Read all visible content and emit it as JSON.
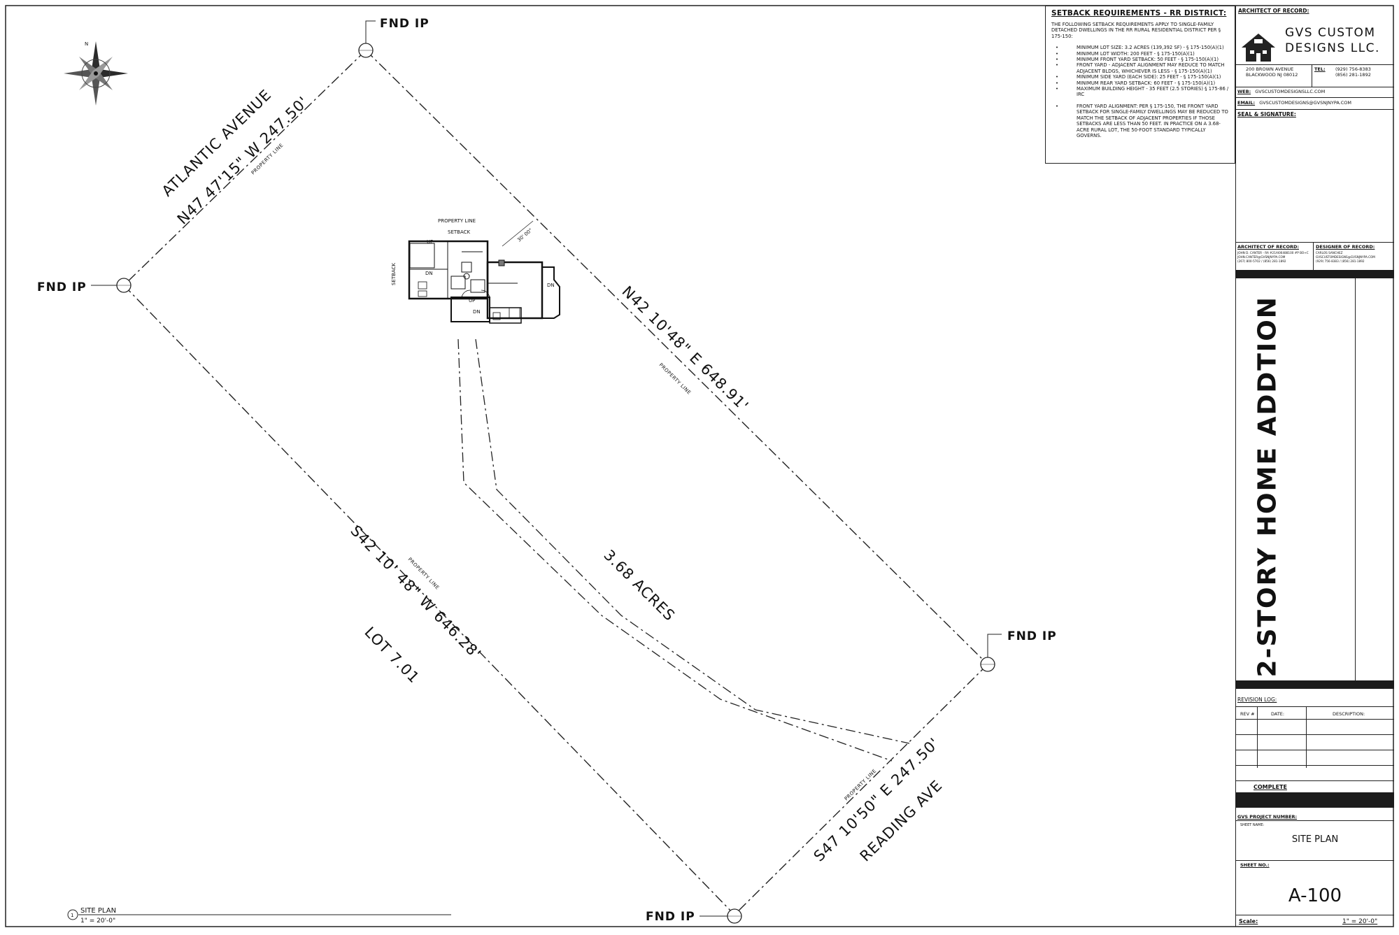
{
  "survey": {
    "fnd_ip": "FND IP",
    "north": "N",
    "street_top": "ATLANTIC AVENUE",
    "street_bottom": "READING AVE",
    "bearing_top": "N47 47'15\" W    247.50'",
    "bearing_right": "N42 10'48\" E   648.91'",
    "bearing_left": "S42 10'  48\" W      646.28'",
    "bearing_bottom": "S47 10'50\" E    247.50'",
    "property_line": "PROPERTY LINE",
    "setback": "SETBACK",
    "setback_dim": "30' 00\"",
    "acres": "3.68 ACRES",
    "lot": "LOT 7.01",
    "house_labels": [
      "UP",
      "DN",
      "UP",
      "DN",
      "DN"
    ]
  },
  "drawing_label": {
    "number": "1",
    "name": "SITE PLAN",
    "scale": "1\" = 20'-0\""
  },
  "setback_notes": {
    "title": "SETBACK REQUIREMENTS - RR DISTRICT:",
    "intro": "THE FOLLOWING SETBACK REQUIREMENTS APPLY TO SINGLE-FAMILY DETACHED DWELLINGS IN THE RR RURAL RESIDENTIAL DISTRICT PER § 175-150:",
    "items": [
      "MINIMUM LOT SIZE: 3.2 ACRES (139,392 SF) - § 175-150(A)(1)",
      "MINIMUM LOT WIDTH: 200 FEET - § 175-150(A)(1)",
      "MINIMUM FRONT YARD SETBACK: 50 FEET - § 175-150(A)(1)",
      "FRONT YARD - ADJACENT ALIGNMENT MAY REDUCE TO MATCH ADJACENT BLDGS, WHICHEVER IS LESS - § 175-150(A)(1)",
      "MINIMUM SIDE YARD (EACH SIDE): 25 FEET - § 175-150(A)(1)",
      "MINIMUM REAR YARD SETBACK: 60 FEET - § 175-150(A)(1)",
      "MAXIMUM BUILDING HEIGHT - 35 FEET (2.5 STORIES) § 175-86 / IRC"
    ],
    "note": "FRONT YARD ALIGNMENT: PER § 175-150, THE FRONT YARD SETBACK FOR SINGLE-FAMILY DWELLINGS MAY BE REDUCED TO MATCH THE SETBACK OF ADJACENT PROPERTIES IF THOSE SETBACKS ARE LESS THAN 50 FEET. IN PRACTICE ON A 3.68-ACRE RURAL LOT, THE 50-FOOT STANDARD TYPICALLY GOVERNS."
  },
  "title_block": {
    "architect_label": "ARCHITECT OF RECORD:",
    "company_line1": "GVS CUSTOM",
    "company_line2": "DESIGNS LLC.",
    "address1": "200 BROWN AVENUE",
    "address2": "BLACKWOOD NJ 08012",
    "tel_label": "TEL:",
    "tel1": "(929) 756-8383",
    "tel2": "(856) 281-1892",
    "web_label": "WEB:",
    "web": "GVSCUSTOMDESIGNSLLC.COM",
    "email_label": "EMAIL:",
    "email": "GVSCUSTOMDESIGNS@GVSNJNYPA.COM",
    "seal_label": "SEAL & SIGNATURE:",
    "architect2_label": "ARCHITECT OF RECORD:",
    "architect2_lines": [
      "JOHN D. CANTER - RA #21AI06488100 #P BO+C",
      "JOHN.CANTER@GVSNJNYPA.COM",
      "(267) 800-5702 / (856) 281-1892"
    ],
    "designer_label": "DESIGNER OF RECORD:",
    "designer_lines": [
      "CARLOS SANCHEZ",
      "GVSCUSTOMDESIGNS@GVSNJNYPA.COM",
      "(929) 756-8383 / (856) 281-1892"
    ],
    "project_title": "2-STORY HOME ADDTION",
    "revision_log": "REVISION LOG:",
    "rev_col": "REV #",
    "date_col": "DATE:",
    "desc_col": "DESCRIPTION:",
    "status": "COMPLETE",
    "project_number_label": "GVS PROJECT NUMBER:",
    "sheet_name_label": "SHEET NAME:",
    "sheet_name": "SITE PLAN",
    "sheet_no_label": "SHEET NO.:",
    "sheet_no": "A-100",
    "scale_label": "Scale:",
    "scale": "1\" = 20'-0\""
  }
}
